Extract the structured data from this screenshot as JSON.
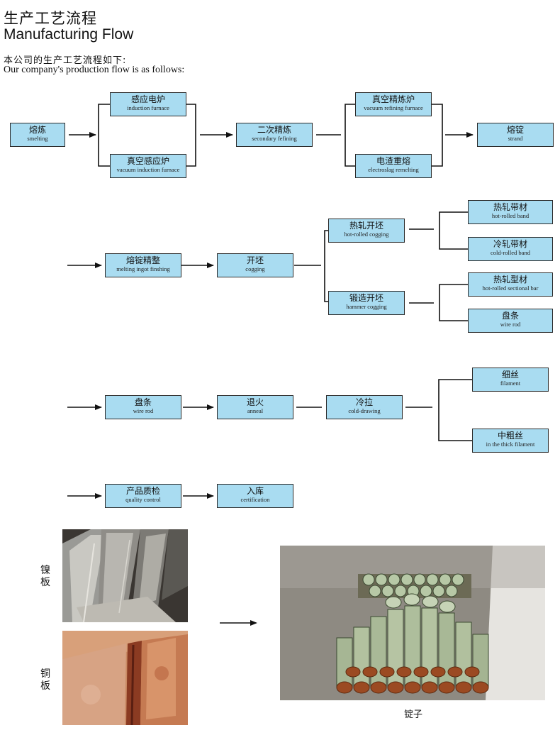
{
  "header": {
    "title_cn": "生产工艺流程",
    "title_en": "Manufacturing Flow",
    "intro_cn": "本公司的生产工艺流程如下:",
    "intro_en": "Our company's production flow is as follows:"
  },
  "flow": {
    "smelting": {
      "cn": "熔炼",
      "en": "smelting"
    },
    "induction_furnace": {
      "cn": "感应电炉",
      "en": "induction furnace"
    },
    "vacuum_induction_furnace": {
      "cn": "真空感应炉",
      "en": "vacuum induction furnace"
    },
    "secondary_refining": {
      "cn": "二次精炼",
      "en": "secondary fefining"
    },
    "vacuum_refining_furnace": {
      "cn": "真空精炼炉",
      "en": "vacuum refining furnace"
    },
    "electroslag_remelting": {
      "cn": "电渣重熔",
      "en": "electroslag remelting"
    },
    "strand": {
      "cn": "熔锭",
      "en": "strand"
    },
    "ingot_finishing": {
      "cn": "熔锭精整",
      "en": "melting ingot finshing"
    },
    "cogging": {
      "cn": "开坯",
      "en": "cogging"
    },
    "hot_rolled_cogging": {
      "cn": "热轧开坯",
      "en": "hot-rolled cogging"
    },
    "hammer_cogging": {
      "cn": "锻造开坯",
      "en": "hammer cogging"
    },
    "hot_rolled_band": {
      "cn": "热轧带材",
      "en": "hot-rolled band"
    },
    "cold_rolled_band": {
      "cn": "冷轧带材",
      "en": "cold-rolled band"
    },
    "hot_rolled_sectional_bar": {
      "cn": "热轧型材",
      "en": "hot-rolled sectional bar"
    },
    "wire_rod_1": {
      "cn": "盘条",
      "en": "wire rod"
    },
    "wire_rod_2": {
      "cn": "盘条",
      "en": "wire rod"
    },
    "anneal": {
      "cn": "退火",
      "en": "anneal"
    },
    "cold_drawing": {
      "cn": "冷拉",
      "en": "cold-drawing"
    },
    "filament": {
      "cn": "细丝",
      "en": "filament"
    },
    "thick_filament": {
      "cn": "中粗丝",
      "en": "in the thick filament"
    },
    "quality_control": {
      "cn": "产品质检",
      "en": "quality control"
    },
    "certification": {
      "cn": "入库",
      "en": "certification"
    }
  },
  "photos": {
    "nickel_label": "镍板",
    "copper_label": "铜板",
    "ingot_caption": "锭子"
  },
  "colors": {
    "box_fill": "#a9dcf1",
    "box_border": "#2b2b2b",
    "line": "#111111"
  }
}
